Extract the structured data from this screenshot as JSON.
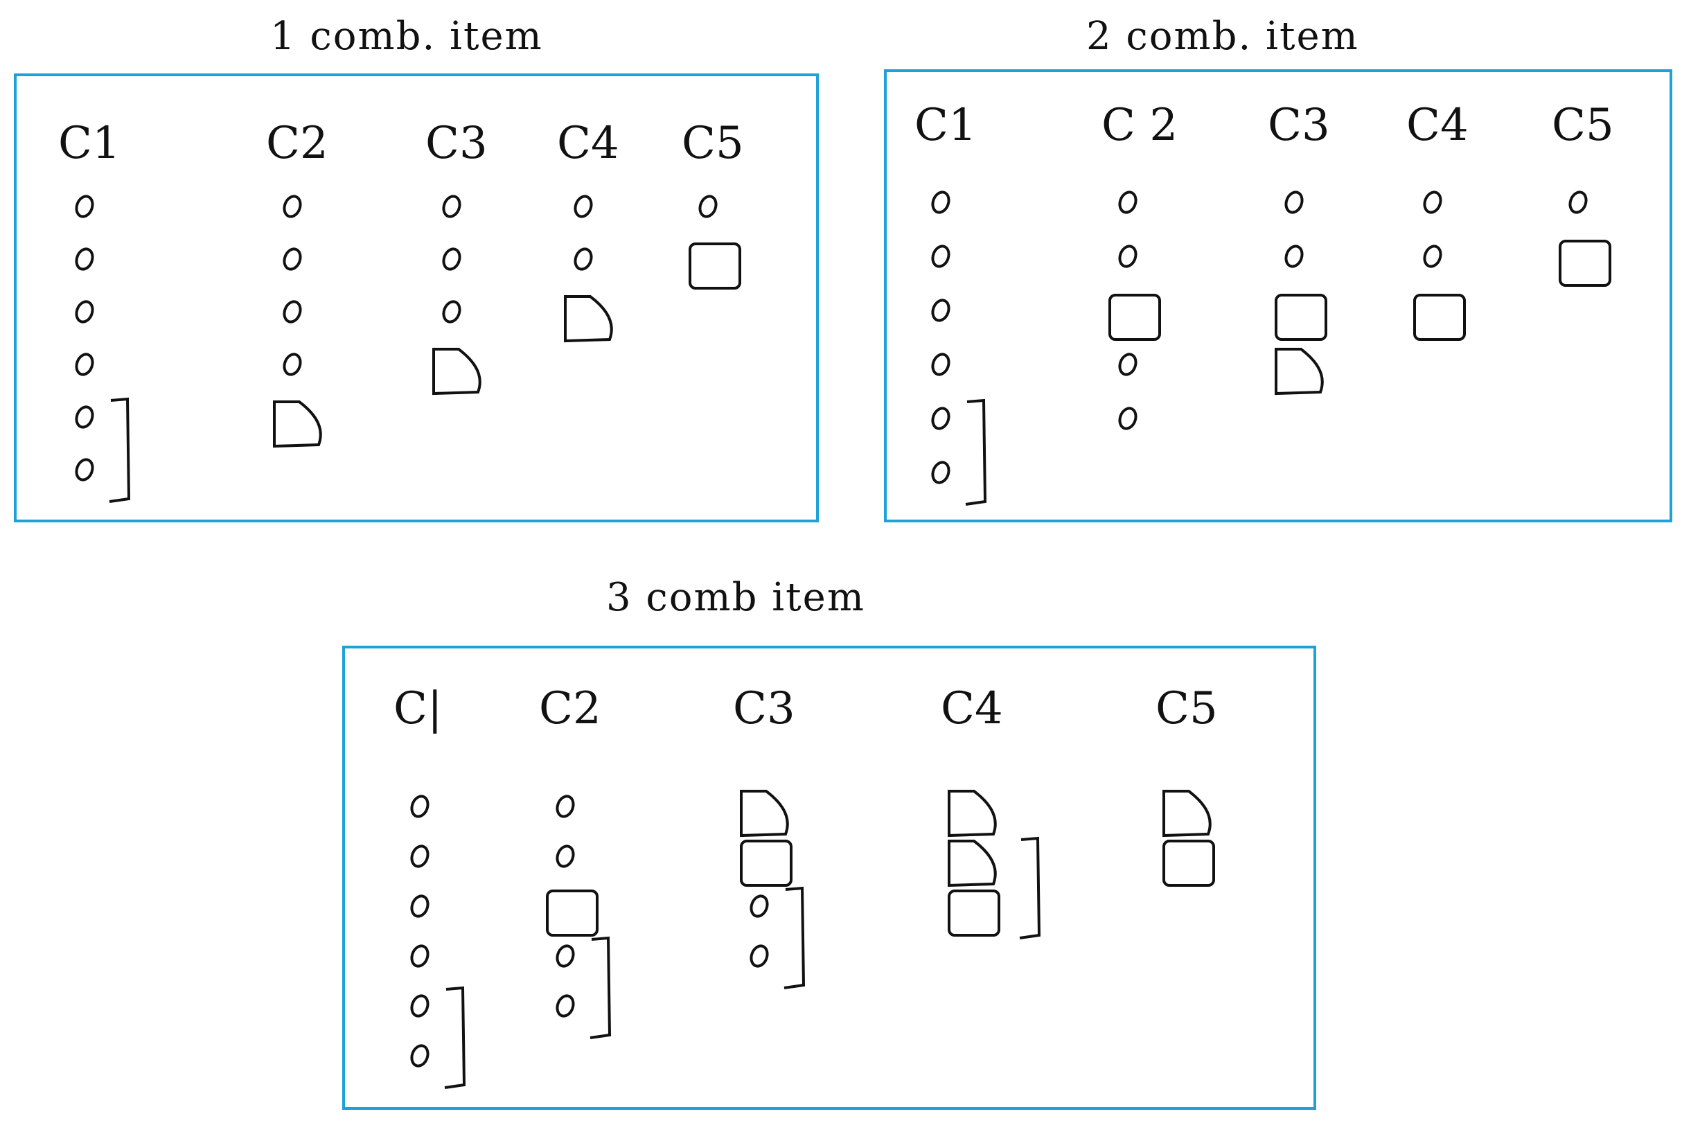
{
  "panels": [
    {
      "id": "p1",
      "title": "1 comb. item",
      "columns": [
        {
          "label": "C1",
          "items": [
            "o",
            "o",
            "o",
            "o",
            "o",
            "o"
          ],
          "brackets": [
            [
              4,
              5
            ]
          ]
        },
        {
          "label": "C2",
          "items": [
            "o",
            "o",
            "o",
            "o",
            "D"
          ],
          "brackets": []
        },
        {
          "label": "C3",
          "items": [
            "o",
            "o",
            "o",
            "D"
          ],
          "brackets": []
        },
        {
          "label": "C4",
          "items": [
            "o",
            "o",
            "D"
          ],
          "brackets": []
        },
        {
          "label": "C5",
          "items": [
            "o",
            "box"
          ],
          "brackets": []
        }
      ]
    },
    {
      "id": "p2",
      "title": "2 comb. item",
      "columns": [
        {
          "label": "C1",
          "items": [
            "o",
            "o",
            "o",
            "o",
            "o",
            "o"
          ],
          "brackets": [
            [
              4,
              5
            ]
          ]
        },
        {
          "label": "C 2",
          "items": [
            "o",
            "o",
            "box",
            "o",
            "o"
          ],
          "brackets": []
        },
        {
          "label": "C3",
          "items": [
            "o",
            "o",
            "box",
            "D"
          ],
          "brackets": []
        },
        {
          "label": "C4",
          "items": [
            "o",
            "o",
            "box"
          ],
          "brackets": []
        },
        {
          "label": "C5",
          "items": [
            "o",
            "box"
          ],
          "brackets": []
        }
      ]
    },
    {
      "id": "p3",
      "title": "3 comb item",
      "columns": [
        {
          "label": "C|",
          "items": [
            "o",
            "o",
            "o",
            "o",
            "o",
            "o"
          ],
          "brackets": [
            [
              4,
              5
            ]
          ]
        },
        {
          "label": "C2",
          "items": [
            "o",
            "o",
            "box",
            "o",
            "o"
          ],
          "brackets": [
            [
              3,
              4
            ]
          ]
        },
        {
          "label": "C3",
          "items": [
            "D",
            "box",
            "o",
            "o"
          ],
          "brackets": [
            [
              2,
              3
            ]
          ]
        },
        {
          "label": "C4",
          "items": [
            "D",
            "D",
            "box"
          ],
          "brackets": [
            [
              1,
              2
            ]
          ]
        },
        {
          "label": "C5",
          "items": [
            "D",
            "box"
          ],
          "brackets": []
        }
      ]
    }
  ]
}
